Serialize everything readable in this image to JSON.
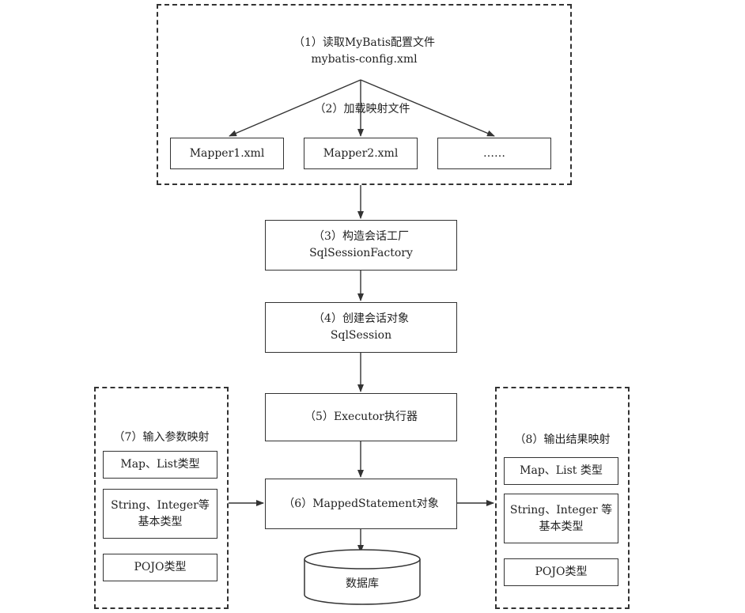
{
  "config": {
    "step_label": "（1）读取MyBatis配置文件",
    "filename": "mybatis-config.xml",
    "load_label": "（2）加载映射文件",
    "mappers": [
      "Mapper1.xml",
      "Mapper2.xml",
      "……"
    ]
  },
  "factory": {
    "step_label": "（3）构造会话工厂",
    "name": "SqlSessionFactory"
  },
  "session": {
    "step_label": "（4）创建会话对象",
    "name": "SqlSession"
  },
  "executor": {
    "label": "（5）Executor执行器"
  },
  "mapped_statement": {
    "label": "（6）MappedStatement对象"
  },
  "database": {
    "label": "数据库"
  },
  "input_mapping": {
    "title": "（7）输入参数映射",
    "items": [
      "Map、List类型",
      "String、Integer等",
      "基本类型",
      "POJO类型"
    ]
  },
  "output_mapping": {
    "title": "（8）输出结果映射",
    "items": [
      "Map、List 类型",
      "String、Integer 等",
      "基本类型",
      "POJO类型"
    ]
  }
}
